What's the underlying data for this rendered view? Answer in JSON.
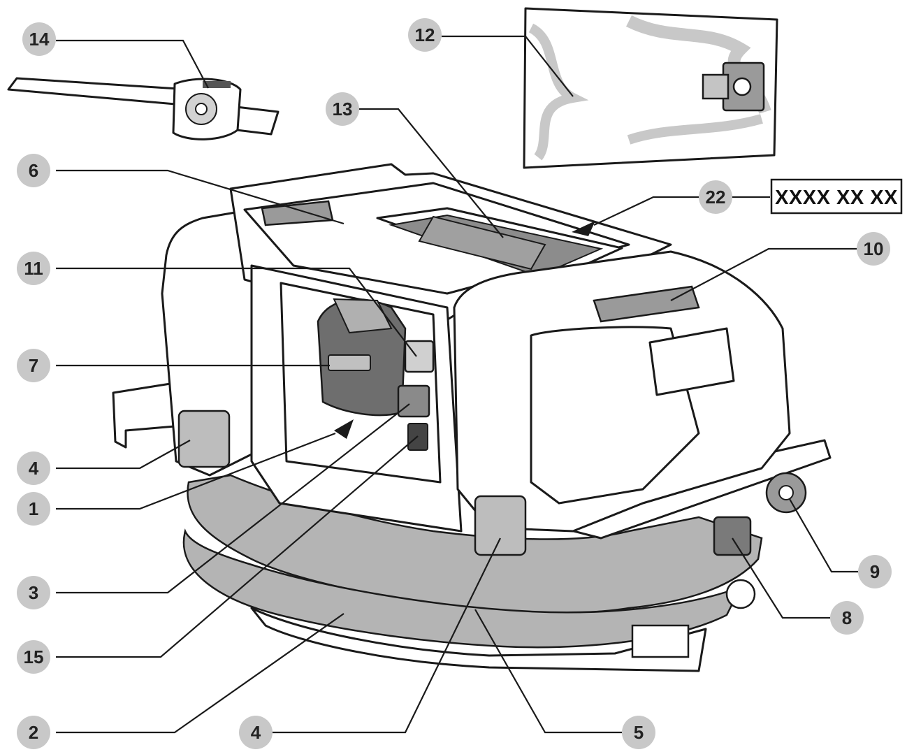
{
  "callouts": [
    {
      "id": "c14",
      "label": "14"
    },
    {
      "id": "c12",
      "label": "12"
    },
    {
      "id": "c13",
      "label": "13"
    },
    {
      "id": "c6",
      "label": "6"
    },
    {
      "id": "c22",
      "label": "22"
    },
    {
      "id": "c10",
      "label": "10"
    },
    {
      "id": "c11",
      "label": "11"
    },
    {
      "id": "c7",
      "label": "7"
    },
    {
      "id": "c4a",
      "label": "4"
    },
    {
      "id": "c1",
      "label": "1"
    },
    {
      "id": "c3",
      "label": "3"
    },
    {
      "id": "c15",
      "label": "15"
    },
    {
      "id": "c2",
      "label": "2"
    },
    {
      "id": "c4b",
      "label": "4"
    },
    {
      "id": "c5",
      "label": "5"
    },
    {
      "id": "c9",
      "label": "9"
    },
    {
      "id": "c8",
      "label": "8"
    }
  ],
  "part_number_box": "XXXX XX XX",
  "colors": {
    "callout_circle": "#c8c8c8",
    "accent_gray": "#b4b4b4",
    "line": "#1a1a1a"
  }
}
